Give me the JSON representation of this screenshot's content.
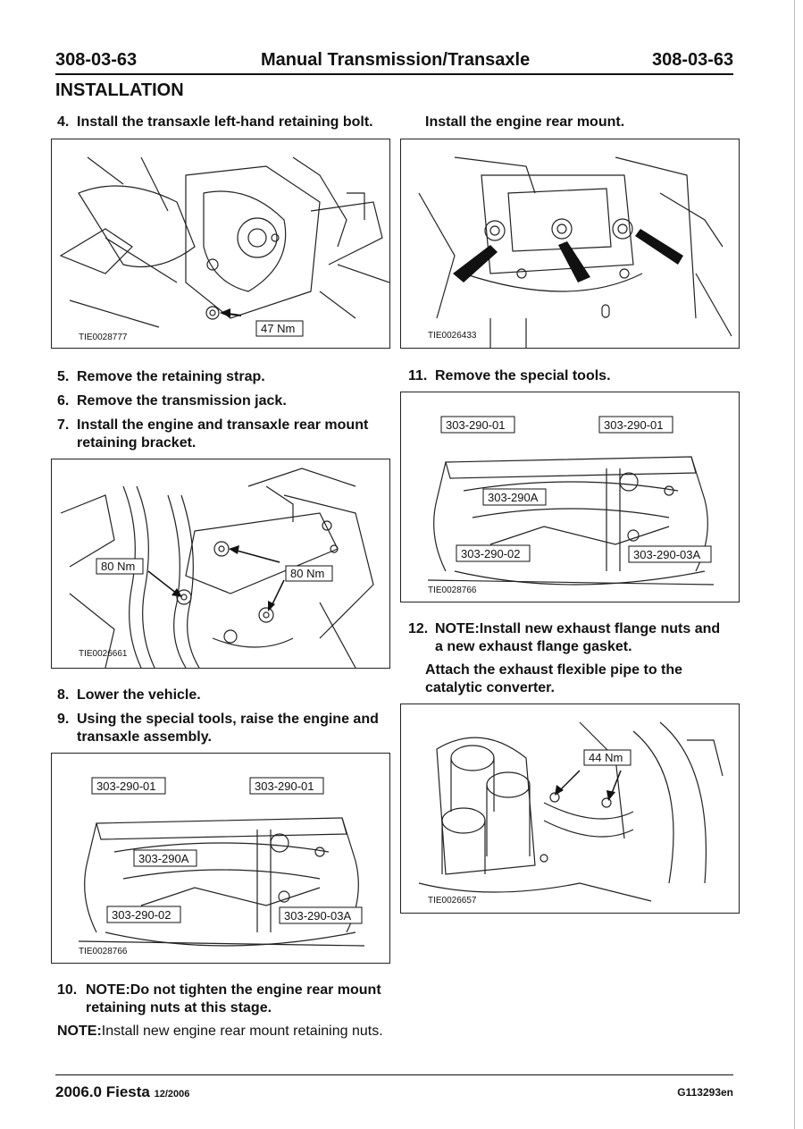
{
  "header": {
    "page_left": "308-03-63",
    "title": "Manual Transmission/Transaxle",
    "page_right": "308-03-63"
  },
  "section_title": "INSTALLATION",
  "left_column": {
    "step4": {
      "num": "4.",
      "text": "Install the transaxle left-hand retaining bolt."
    },
    "fig1": {
      "id": "TIE0028777",
      "labels": [
        "47 Nm"
      ]
    },
    "step5": {
      "num": "5.",
      "text": "Remove the retaining strap."
    },
    "step6": {
      "num": "6.",
      "text": "Remove the transmission jack."
    },
    "step7": {
      "num": "7.",
      "line1": "Install the engine and transaxle rear mount",
      "line2": "retaining bracket."
    },
    "fig2": {
      "id": "TIE0026661",
      "labels": [
        "80 Nm",
        "80 Nm"
      ]
    },
    "step8": {
      "num": "8.",
      "text": "Lower the vehicle."
    },
    "step9": {
      "num": "9.",
      "line1": "Using the special tools, raise the engine and",
      "line2": "transaxle assembly."
    },
    "fig3": {
      "id": "TIE0028766",
      "labels": [
        "303-290-01",
        "303-290-01",
        "303-290A",
        "303-290-02",
        "303-290-03A"
      ]
    },
    "step10": {
      "num": "10.",
      "line1": "NOTE:Do not tighten the engine rear mount",
      "line2": "retaining nuts at this stage."
    },
    "note": {
      "prefix": "NOTE:",
      "text": "Install new engine rear mount retaining nuts."
    }
  },
  "right_column": {
    "intro": "Install the engine rear mount.",
    "fig4": {
      "id": "TIE0026433"
    },
    "step11": {
      "num": "11.",
      "text": "Remove the special tools."
    },
    "fig5": {
      "id": "TIE0028766",
      "labels": [
        "303-290-01",
        "303-290-01",
        "303-290A",
        "303-290-02",
        "303-290-03A"
      ]
    },
    "step12": {
      "num": "12.",
      "line1": "NOTE:Install new exhaust flange nuts and",
      "line2": "a new exhaust flange gasket."
    },
    "attach": {
      "line1": "Attach the exhaust flexible pipe to the",
      "line2": "catalytic converter."
    },
    "fig6": {
      "id": "TIE0026657",
      "labels": [
        "44 Nm"
      ]
    }
  },
  "footer": {
    "model": "2006.0 Fiesta",
    "date": "12/2006",
    "code": "G113293en"
  }
}
